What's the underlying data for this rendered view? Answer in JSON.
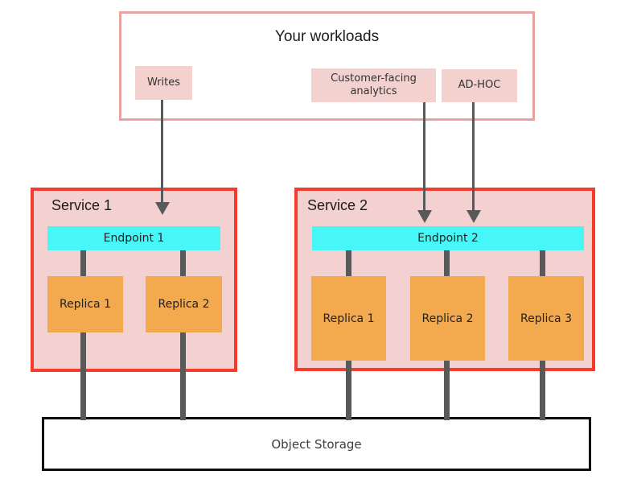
{
  "diagram": {
    "workloads": {
      "title": "Your workloads",
      "chips": [
        {
          "label": "Writes"
        },
        {
          "label": "Customer-facing analytics"
        },
        {
          "label": "AD-HOC"
        }
      ]
    },
    "services": [
      {
        "name": "Service 1",
        "endpoint": "Endpoint 1",
        "replicas": [
          "Replica 1",
          "Replica 2"
        ]
      },
      {
        "name": "Service 2",
        "endpoint": "Endpoint 2",
        "replicas": [
          "Replica 1",
          "Replica 2",
          "Replica 3"
        ]
      }
    ],
    "storage": {
      "label": "Object Storage"
    }
  },
  "colors": {
    "workloads-border": "#e9a29f",
    "chip-bg": "#f3d1ce",
    "service-border": "#f43b2c",
    "service-bg": "#f2d1d0",
    "endpoint-bg": "#47f6f7",
    "replica-bg": "#f3a94e",
    "connector": "#595959",
    "arrow": "#58595b",
    "storage-border": "#0d0d0d",
    "text-dark": "#1c1c1c",
    "text-label": "#333333"
  }
}
